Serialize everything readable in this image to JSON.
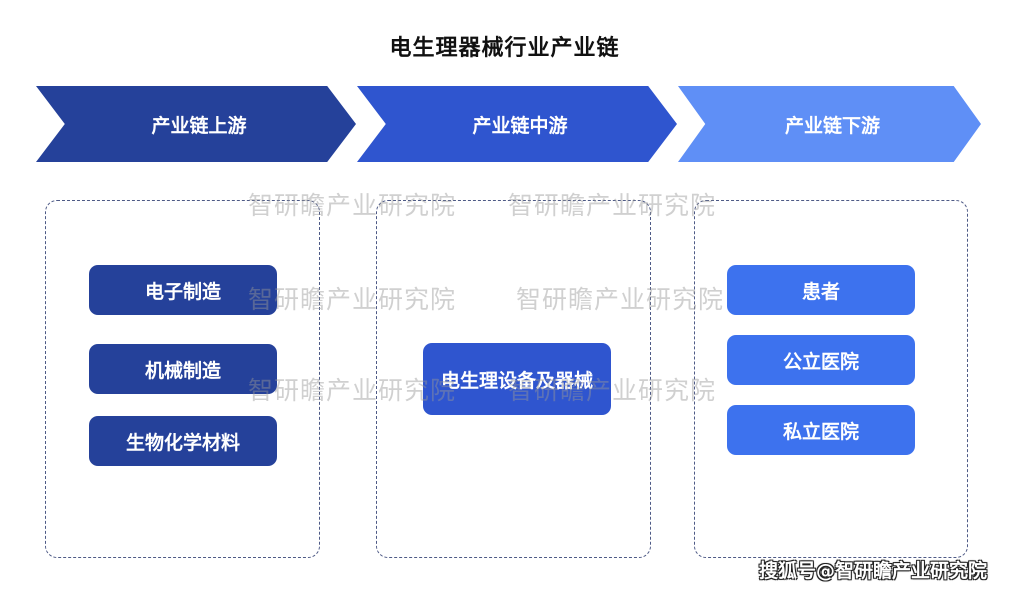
{
  "title": "电生理器械行业产业链",
  "stages": {
    "upstream": "产业链上游",
    "midstream": "产业链中游",
    "downstream": "产业链下游"
  },
  "upstream_items": [
    "电子制造",
    "机械制造",
    "生物化学材料"
  ],
  "midstream_items": [
    "电生理设备及器械"
  ],
  "downstream_items": [
    "患者",
    "公立医院",
    "私立医院"
  ],
  "watermark": "智研瞻产业研究院",
  "credit": "搜狐号@智研瞻产业研究院",
  "colors": {
    "dark_blue": "#25419a",
    "mid_blue": "#2f55cf",
    "light_blue": "#5f8ff6",
    "box_light_blue": "#3d72ee"
  }
}
